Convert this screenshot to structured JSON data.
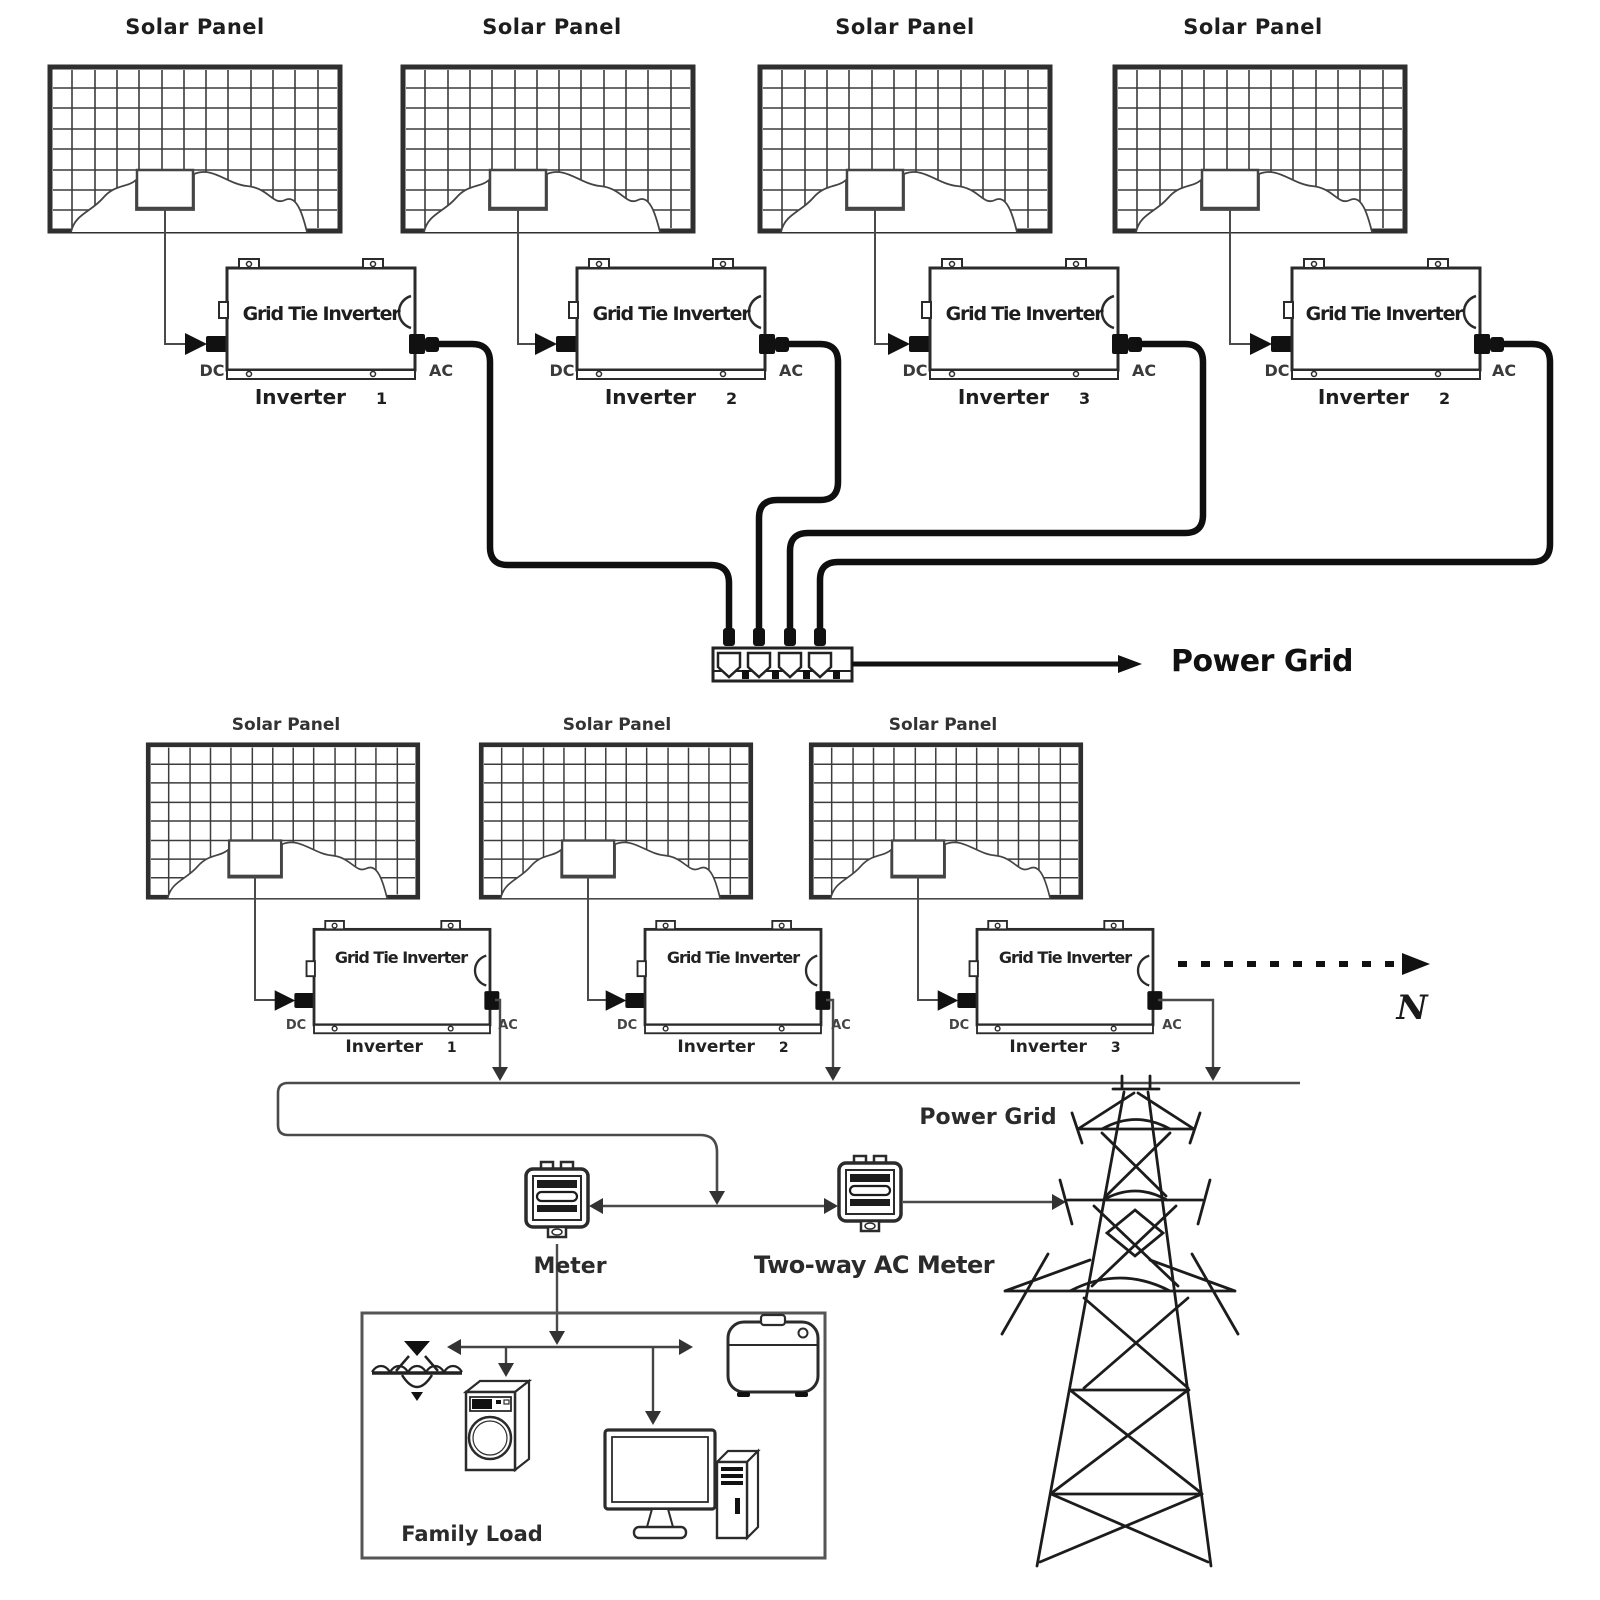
{
  "top_system": {
    "panels": [
      {
        "label": "Solar Panel"
      },
      {
        "label": "Solar Panel"
      },
      {
        "label": "Solar Panel"
      },
      {
        "label": "Solar Panel"
      }
    ],
    "inverters": [
      {
        "title": "Grid Tie Inverter",
        "label": "Inverter",
        "number": "1",
        "dc_label": "DC",
        "ac_label": "AC"
      },
      {
        "title": "Grid Tie Inverter",
        "label": "Inverter",
        "number": "2",
        "dc_label": "DC",
        "ac_label": "AC"
      },
      {
        "title": "Grid Tie Inverter",
        "label": "Inverter",
        "number": "3",
        "dc_label": "DC",
        "ac_label": "AC"
      },
      {
        "title": "Grid Tie Inverter",
        "label": "Inverter",
        "number": "2",
        "dc_label": "DC",
        "ac_label": "AC"
      }
    ],
    "power_grid_label": "Power Grid"
  },
  "bottom_system": {
    "panels": [
      {
        "label": "Solar Panel"
      },
      {
        "label": "Solar Panel"
      },
      {
        "label": "Solar Panel"
      }
    ],
    "inverters": [
      {
        "title": "Grid Tie Inverter",
        "label": "Inverter",
        "number": "1",
        "dc_label": "DC",
        "ac_label": "AC"
      },
      {
        "title": "Grid Tie Inverter",
        "label": "Inverter",
        "number": "2",
        "dc_label": "DC",
        "ac_label": "AC"
      },
      {
        "title": "Grid Tie Inverter",
        "label": "Inverter",
        "number": "3",
        "dc_label": "DC",
        "ac_label": "AC"
      }
    ],
    "power_grid_label": "Power Grid",
    "meter_label": "Meter",
    "two_way_meter_label": "Two-way AC Meter",
    "family_load_label": "Family Load",
    "north_label": "N"
  },
  "icons": {
    "solar_panel": "solar-panel-icon",
    "inverter": "inverter-box-icon",
    "power_strip": "power-strip-icon",
    "meter": "meter-icon",
    "two_way_meter": "two-way-meter-icon",
    "tower": "transmission-tower-icon",
    "chandelier": "chandelier-icon",
    "washing_machine": "washing-machine-icon",
    "rice_cooker": "rice-cooker-icon",
    "computer": "computer-icon",
    "north_arrow": "north-arrow-icon"
  },
  "colors": {
    "line_dark": "#111111",
    "line_mid": "#2b2b2b",
    "wire_gray": "#4a4a4a",
    "background": "#ffffff"
  }
}
